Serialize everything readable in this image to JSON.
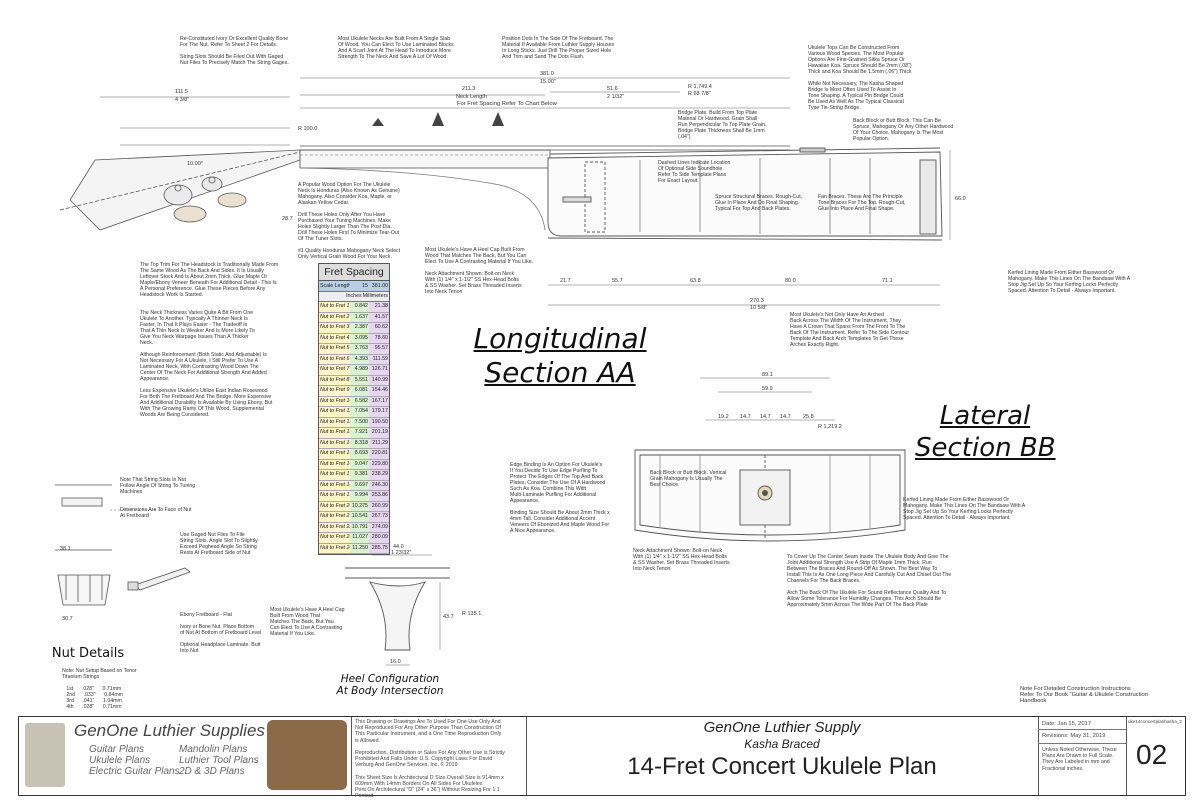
{
  "notes": {
    "n1": "Re-Constituted Ivory Or Excellent Quality Bone\nFor The Nut. Refer To Sheet 2 For Details.\n\nString Slots Should Be Filed Out With Gaged\nNut Files To Precisely Match The String Gages.",
    "n2": "Most Ukulele Necks Are Built From A Single Slab\nOf Wood. You Can Elect To Use Laminated Blocks\nAnd A Scarf Joint At The Head To Introduce More\nStrength To The Neck And Save A Lot Of Wood.",
    "n3": "Position Dots In The Side Of The Fretboard. The\nMaterial If Available From Luthier Supply Houses\nIn Long Sticks. Just Drill The Proper Sized Hole\nAnd Trim and Sand The Dots Flush.",
    "n4": "Ukulele Tops Can Be Constructed From\nVarious Wood Species. The Most Popular\nOptions Are Fine-Grained Sitka Spruce Or\nHawaiian Koa. Spruce Should Be 2mm (.08\")\nThick and Koa Should Be 1.5mm (.06\") Thick\n\nWhile Not Necessary, The Kasha Shaped\nBridge Is Most Often Used To Assist In\nTone Shaping. A Typical Pin Bridge Could\nBe Used As Well As The Typical Classical\nType Tie-String Bridge.",
    "n5": "Bridge Plate. Build From Top Plate\nMaterial Or Hardwood. Grain Shall\nRun Perpendicular To Top Plate Grain.\nBridge Plate Thickness Shall Be 1mm\n(.04\")",
    "n6": "Back Block or Butt Block. This Can Be\nSpruce, Mahogany Or Any Other Hardwood\nOf Your Choice. Mahogany Is The Most\nPopular Option.",
    "n7": "Dashed Lines Indicate Location\nOf Optional Side Soundhole.\nRefer To Side Template Plans\nFor Exact Layout.",
    "n8": "Spruce Structural Braces. Rough-Cut,\nGlue In Place And Do Final Shaping.\nTypical For Top And Back Plates.",
    "n9": "Fan Braces. These Are The Principle\nTone Braces For The Top. Rough-Cut,\nGlue Into Place And Final Shape.",
    "n10": "A Popular Wood Option For The Ukulele\nNeck Is Honduras (Also Known As Genuine)\nMahogany. Also Consider Koa, Maple, or\nAlaskan Yellow Cedar.\n\nDrill These Holes Only After You Have\nPurchased Your Tuning Machines. Make\nHoles Slightly Larger Than The Post Dia.\nDrill These Holes First To Minimize Tear-Out\nOf The Tuner Slots.\n\n#1 Quality Honduras Mahogany Neck Select\nOnly Vertical Grain Wood For Your Neck.",
    "n11": "Most Ukulele's Have A Heel Cap Built From\nWood That Matches The Back, But You Can\nElect To Use A Contrasting Material If You Like.\n\nNeck Attachment Shown: Bolt-on Neck\nWith (1) 1/4\" x 1-1/2\" SS Hex-Head Bolts\n& SS Washer. Set Brass Threaded Inserts\nInto Neck Tenon",
    "n12": "The Top Trim For The Headstock Is Traditionally Made From\nThe Same Wood As The Back And Sides. It Is Usually\nLeftover Stock And Is About 2mm Thick. Glue Maple Or\nMaple/Ebony Veneer Beneath For Additional Detail - This Is\nA Personal Preference. Glue These Pieces Before Any\nHeadstock Work Is Started.\n\n\nThe Neck Thickness Varies Quite A Bit From One\nUkulele To Another. Typically A Thinner Neck Is\nFaster, In That It Plays Easier - The Tradeoff Is\nThat A Thin Neck Is Weaker And Is More Likely To\nGive You Neck Warpage Issues Than A Thicker\nNeck.\n\nAlthough Reinforcement (Both Static And Adjustable) Is\nNot Necessary For A Ukulele, I Still Prefer To Use A\nLaminated Neck, With Contrasting Wood Down The\nCenter Of The Neck For Additional Strength And Added\nAppearance.\n\nLess Expensive Ukulele's Utilize East Indian Rosewood\nFor Both The Fretboard And The Bridge. More Expensive\nAnd Additional Durability Is Available By Using Ebony, But\nWith The Growing Rarity Of This Wood, Supplemental\nWoods Are Being Considered.",
    "n13": "Kerfed Lining Made From Either Basswood Or\nMahogany. Make This Lines On The Bandsaw With A\nStop Jig Set Up So Your Kerfing Locks Perfectly\nSpaced. Attention To Detail - Always Important.",
    "n14": "Most Ukulele's Not Only Have An Arched\nBack Across The Width Of The Instrument, They\nHave A Crown That Spans From The Front To The\nBack Of The Instrument. Refer To The Side Contour\nTemplate And Back Arch Templates To Get These\nArches Exactly Right.",
    "n15": "Edge Binding Is An Option For Ukulele's\nIf You Decide To Use Edge Purfling To\nProtect The Edges Of The Top And Back\nPlates, Consider The Use Of A Hardwood\nSuch As Koa. Combine This With\nMulti-Laminate Purfling For Additional\nAppearance.\n\nBinding Size Should Be About 2mm Thick x\n4mm Tall. Consider Additional Accent\nVeneers Of Ebonized And Maple Wood For\nA Nice Appearance.",
    "n16": "Back Block or Butt Block. Vertical\nGrain Mahogany Is Usually The\nBest Choice.",
    "n17": "Kerfed Lining Made From Either Basswood Or\nMahogany. Make This Lines On The Bandsaw With A\nStop Jig Set Up So Your Kerfing Locks Perfectly\nSpaced. Attention To Detail - Always Important.",
    "n18": "Neck Attachment Shown: Bolt-on Neck\nWith (1) 1/4\" x 1-1/2\" SS Hex-Head Bolts\n& SS Washer. Set Brass Threaded Inserts\nInto Neck Tenon",
    "n19": "To Cover Up The Center Seam Inside The Ukulele Body And Give The\nJoint Additional Strength Use A Strip Of Maple 1mm Thick. Run\nBetween The Braces And Round-Off As Shown. The Best Way To\nInstall This Is As One Long Piece And Carefully Cut And Chisel Out The\nChannels For The Back Braces.\n\nArch The Back Of The Ukulele For Sound Reflectance Quality And To\nAllow Some Tolerance For Humidity Changes. This Arch Should Be\nApproximately 5mm Across The Wide Part Of The Back Plate",
    "n20": "Most Ukulele's Have A Heel Cap\nBuilt From Wood That\nMatches The Back, But You\nCan Elect To Use A Contrasting\nMaterial If You Like.",
    "n21": "Note That String Slots In Nut\nFollow Angle Of String To Tuning\nMachines\n\n\nDimensions Are To Face of Nut\nAt Fretboard",
    "n22": "Use Gaged Nut Files To File\nString Slots. Angle Slot To Slightly\nExceed Peghead Angle So String\nRests At Fretboard Side of Nut",
    "n23": "Ebony Fretboard - Flat\n\nIvory or Bone Nut. Place Bottom\nof Nut At Bottom of Fretboard Level\n\nOptional Headplace Laminate. Butt\nInto Nut",
    "n24": "Note: Nut Setup Based on Tenor\nTitanium Strings\n\n   1st      .028\"      0.71mm\n   2nd      .033\"      0.84mm\n   3rd      .041\"      1.04mm\n   4th      .028\"      0.71mm",
    "n25": "Note For Detailed Construction Instructions\nRefer To Our Book \"Guitar & Ukulele Construction\nHandbook",
    "fret_ref": "For Fret Spacing Refer To Chart Below"
  },
  "titles": {
    "longitudinal": "Longitudinal\nSection AA",
    "lateral": "Lateral\nSection BB",
    "nut": "Nut Details",
    "heel": "Heel Configuration\nAt Body Intersection"
  },
  "dims": {
    "d381": "381.0",
    "d381i": "15.00\"",
    "d211": "211.3",
    "d211l": "Neck Length",
    "d111": "111.5",
    "d111i": "4 3/8\"",
    "d51": "51.6",
    "d51i": "2 1/32\"",
    "r1749": "R 1,749.4",
    "r1749i": "R 68 7/8\"",
    "r100": "R 100.0",
    "d270": "270.3",
    "d270i": "10 5/8\"",
    "d217": "21.7",
    "d557": "55.7",
    "d638": "63.8",
    "d800": "80.0",
    "d711": "71.1",
    "d660": "66.0",
    "d10": "10.00°",
    "d891": "89.1",
    "d599": "59.9",
    "d192": "19.2",
    "d147": "14.7",
    "d258": "25.8",
    "r1219": "R 1,219.2",
    "d440": "44.0",
    "d440i": "1 23/32\"",
    "d437": "43.7",
    "r135": "R 135.1",
    "d160": "16.0",
    "d381b": "38.1",
    "d307": "30.7",
    "d287": "28.7"
  },
  "fret_table": {
    "title": "Fret Spacing",
    "scale_label": "Scale Length =",
    "scale_in": "15",
    "scale_mm": "381.00",
    "col_in": "Inches",
    "col_mm": "Millimeters",
    "rows": [
      [
        "Nut to Fret 1",
        "0.842",
        "21.38"
      ],
      [
        "Nut to Fret 2",
        "1.637",
        "41.57"
      ],
      [
        "Nut to Fret 3",
        "2.387",
        "60.62"
      ],
      [
        "Nut to Fret 4",
        "3.095",
        "78.60"
      ],
      [
        "Nut to Fret 5",
        "3.763",
        "95.57"
      ],
      [
        "Nut to Fret 6",
        "4.393",
        "111.59"
      ],
      [
        "Nut to Fret 7",
        "4.989",
        "126.71"
      ],
      [
        "Nut to Fret 8",
        "5.551",
        "140.99"
      ],
      [
        "Nut to Fret 9",
        "6.081",
        "154.46"
      ],
      [
        "Nut to Fret 10",
        "6.582",
        "167.17"
      ],
      [
        "Nut to Fret 11",
        "7.054",
        "179.17"
      ],
      [
        "Nut to Fret 12",
        "7.500",
        "190.50"
      ],
      [
        "Nut to Fret 13",
        "7.921",
        "201.19"
      ],
      [
        "Nut to Fret 14",
        "8.318",
        "211.29"
      ],
      [
        "Nut to Fret 15",
        "8.693",
        "220.81"
      ],
      [
        "Nut to Fret 16",
        "9.047",
        "229.80"
      ],
      [
        "Nut to Fret 17",
        "9.381",
        "238.29"
      ],
      [
        "Nut to Fret 18",
        "9.697",
        "246.30"
      ],
      [
        "Nut to Fret 19",
        "9.994",
        "253.86"
      ],
      [
        "Nut to Fret 20",
        "10.275",
        "260.99"
      ],
      [
        "Nut to Fret 21",
        "10.541",
        "267.73"
      ],
      [
        "Nut to Fret 22",
        "10.791",
        "274.09"
      ],
      [
        "Nut to Fret 23",
        "11.027",
        "280.09"
      ],
      [
        "Nut to Fret 24",
        "11.250",
        "285.75"
      ]
    ]
  },
  "title_block": {
    "brand": "GenOne Luthier Supplies",
    "list_left": "Guitar Plans\nUkulele Plans\nElectric Guitar Plans",
    "list_right": "Mandolin Plans\nLuthier Tool Plans\n2D & 3D Plans",
    "legal": "This Drawing or Drawings Are To Used For One Use Only And\nNot Reproduced For Any Other Purpose Than Construction Of\nThis Particular Instrument, and a One Time Reproduction Only\nis Allowed.\n\nReproduction, Distribution or Sales For Any Other Use is Strictly\nProhibited And Falls Under U.S. Copyright Laws For David\nVerburg And GenOne Services, Inc. © 2019\n\nThis Sheet Size Is Architectural D Size Overall Size is 914mm x\n609mm With 14mm Borders On All Sides For Ukuleles\nPrint On Architectural \"D\" (24\" x 36\") Without Resizing For 1:1\nPrintout.",
    "company": "GenOne Luthier Supply",
    "subtitle": "Kasha Braced",
    "plan_title": "14-Fret Concert Ukulele Plan",
    "date": "Date: Jan 15, 2017",
    "revision": "Revisions: May 31, 2019",
    "units_note": "Unless Noted Otherwise, These\nPlans Are Drawn to Full Scale.\nThey Are Labeled in mm and\nFractional inches.",
    "file": "uke14concertplanbasha_2",
    "sheet": "02"
  }
}
